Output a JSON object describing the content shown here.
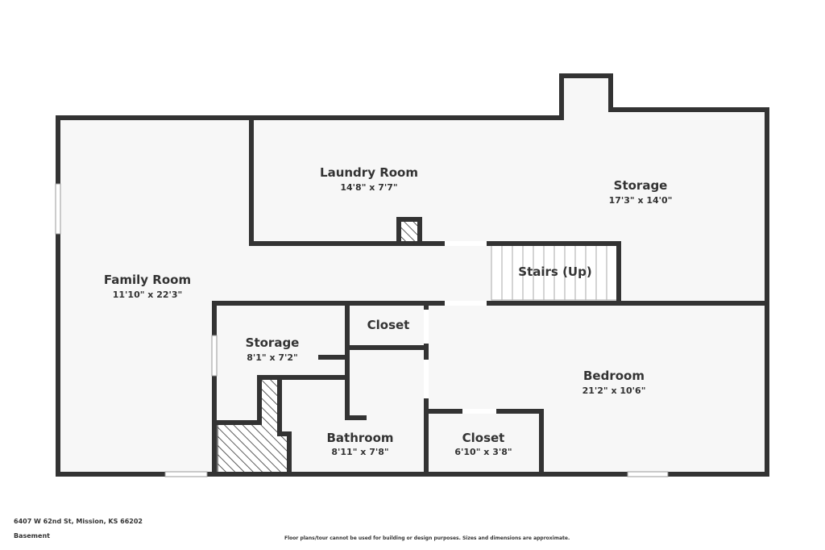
{
  "address": "6407 W 62nd St, Mission, KS 66202",
  "level": "Basement",
  "disclaimer": "Floor plans/tour cannot be used for building or design purposes. Sizes and dimensions are approximate.",
  "colors": {
    "wall": "#333333",
    "floor": "#f7f7f7",
    "stair_lines": "#aaaaaa",
    "hatch": "#333333",
    "window": "#ffffff"
  },
  "rooms": {
    "family_room": {
      "name": "Family Room",
      "dimensions": "11'10\" x 22'3\""
    },
    "laundry_room": {
      "name": "Laundry Room",
      "dimensions": "14'8\" x 7'7\""
    },
    "storage_main": {
      "name": "Storage",
      "dimensions": "17'3\" x 14'0\""
    },
    "stairs": {
      "name": "Stairs (Up)"
    },
    "storage_small": {
      "name": "Storage",
      "dimensions": "8'1\" x 7'2\""
    },
    "closet_upper": {
      "name": "Closet"
    },
    "bedroom": {
      "name": "Bedroom",
      "dimensions": "21'2\" x 10'6\""
    },
    "bathroom": {
      "name": "Bathroom",
      "dimensions": "8'11\" x 7'8\""
    },
    "closet_lower": {
      "name": "Closet",
      "dimensions": "6'10\" x 3'8\""
    }
  }
}
